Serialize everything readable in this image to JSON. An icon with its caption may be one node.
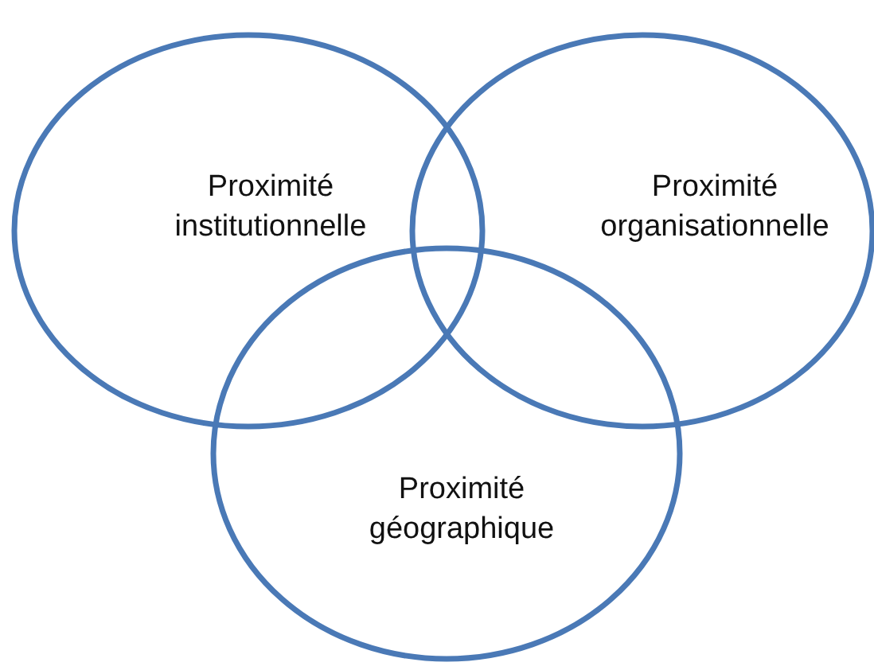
{
  "diagram": {
    "nodes": [
      {
        "text": [
          "Proximité institutionnelle"
        ]
      },
      {
        "text": [
          "Proximité organisationnelle"
        ]
      },
      {
        "text": [
          "Proximité géographique"
        ]
      }
    ],
    "edges": []
  }
}
